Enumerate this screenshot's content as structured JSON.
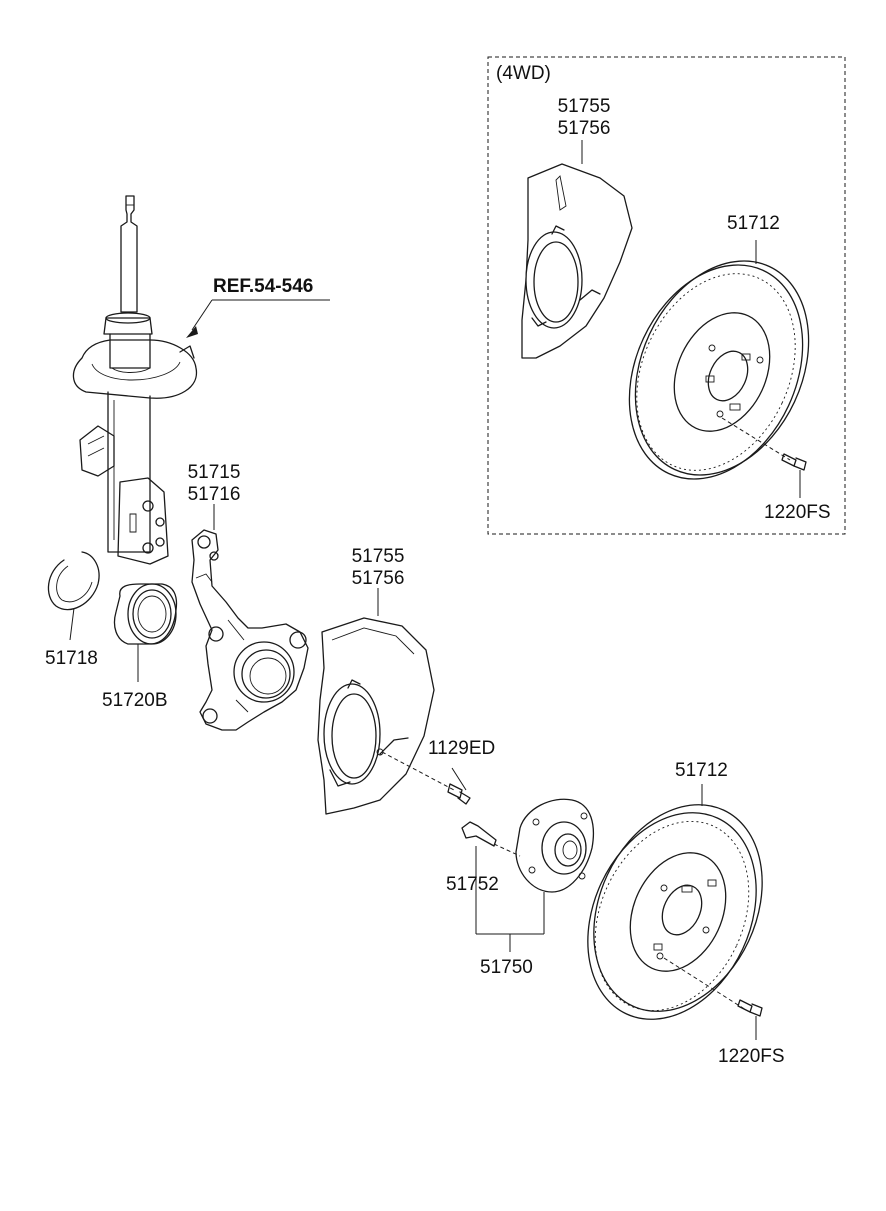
{
  "labels": {
    "ref": "REF.54-546",
    "wd_box": "(4WD)",
    "shield_top_a": "51755",
    "shield_top_b": "51756",
    "disc_top": "51712",
    "bolt_top": "1220FS",
    "knuckle_a": "51715",
    "knuckle_b": "51716",
    "snap_ring": "51718",
    "bearing": "51720B",
    "shield_mid_a": "51755",
    "shield_mid_b": "51756",
    "screw": "1129ED",
    "disc_bottom": "51712",
    "hub_bolt": "51752",
    "hub_assy": "51750",
    "bolt_bottom": "1220FS"
  },
  "colors": {
    "line": "#1a1a1a",
    "background": "#ffffff"
  }
}
